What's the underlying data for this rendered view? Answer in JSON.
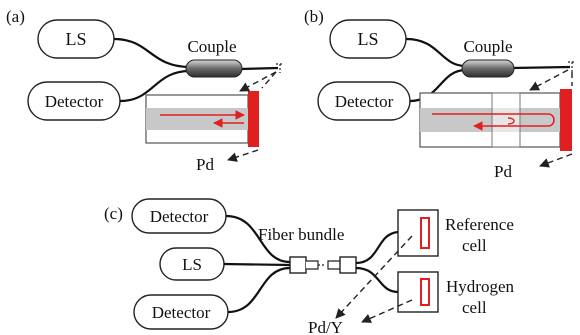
{
  "panels": {
    "a": {
      "tag": "(a)",
      "ls": "LS",
      "detector": "Detector",
      "coupler": "Couple",
      "film": "Pd"
    },
    "b": {
      "tag": "(b)",
      "ls": "LS",
      "detector": "Detector",
      "coupler": "Couple",
      "film": "Pd"
    },
    "c": {
      "tag": "(c)",
      "detector_top": "Detector",
      "ls": "LS",
      "detector_bottom": "Detector",
      "bundle": "Fiber bundle",
      "reference_l1": "Reference",
      "reference_l2": "cell",
      "hydrogen_l1": "Hydrogen",
      "hydrogen_l2": "cell",
      "film": "Pd/Y"
    }
  },
  "colors": {
    "accent_red": "#e02020",
    "cell_gray": "#c8c8c8",
    "line": "#111111"
  }
}
